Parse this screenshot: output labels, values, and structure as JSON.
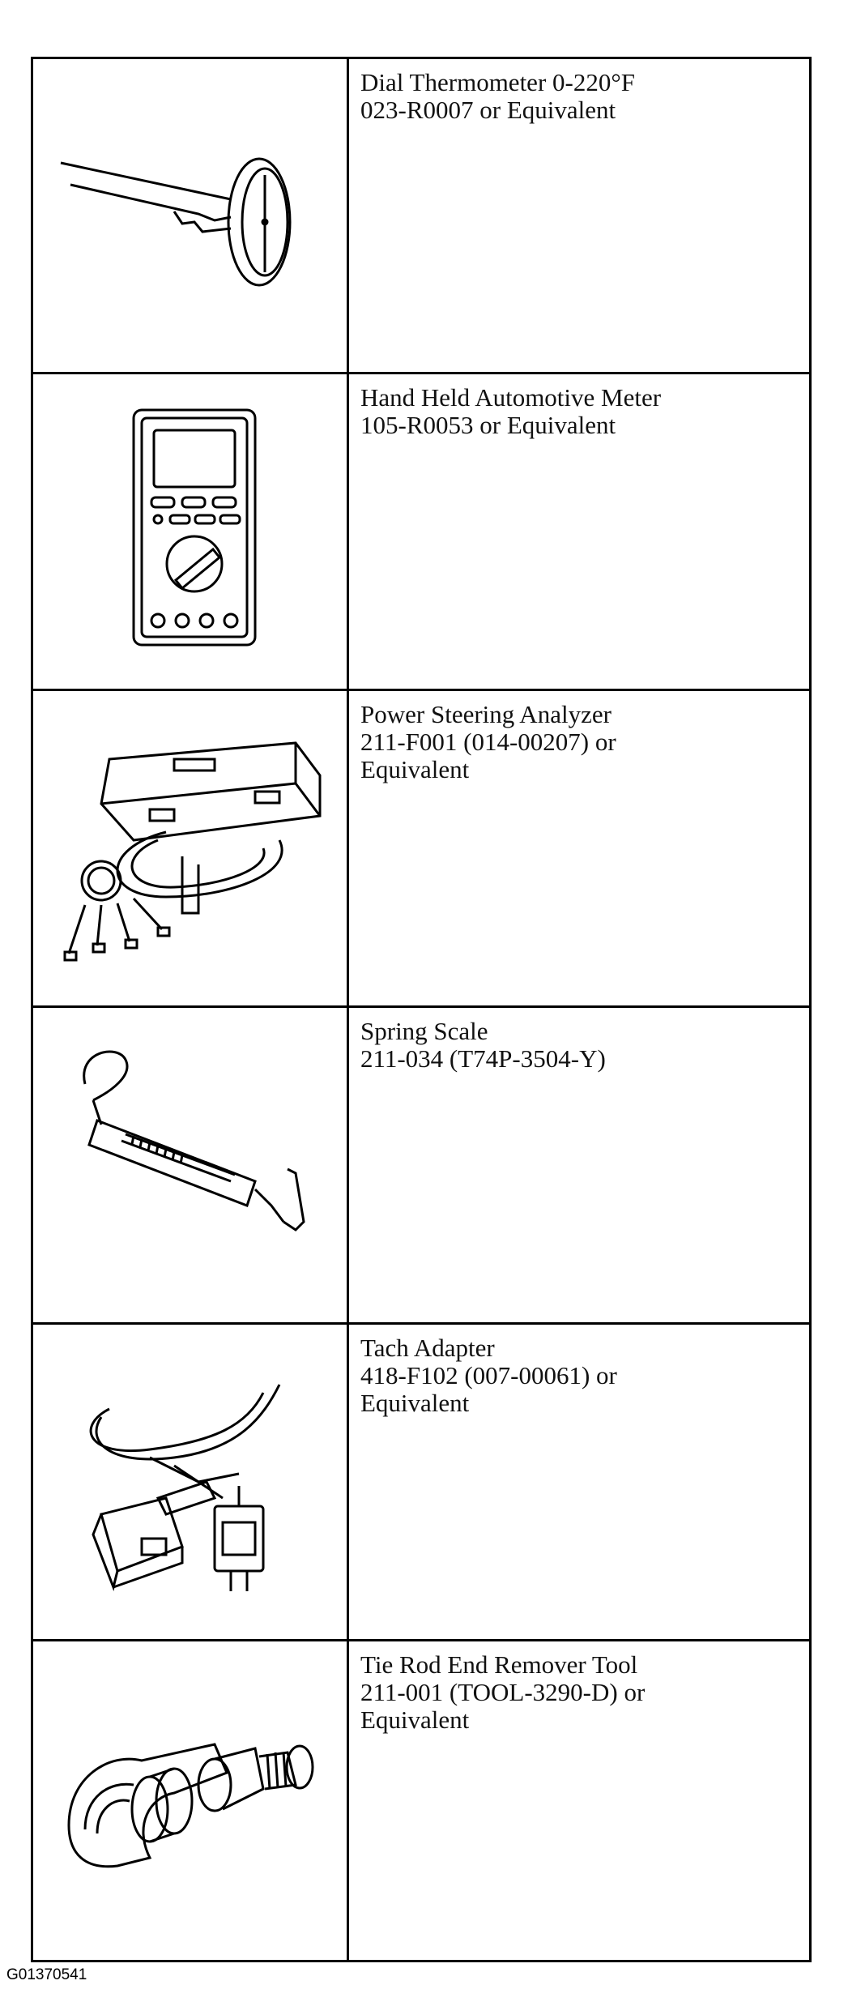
{
  "tools": [
    {
      "icon": "dial-thermometer-icon",
      "name": "Dial Thermometer 0-220°F",
      "part": "023-R0007 or Equivalent",
      "extra": ""
    },
    {
      "icon": "multimeter-icon",
      "name": "Hand Held Automotive Meter",
      "part": "105-R0053 or Equivalent",
      "extra": ""
    },
    {
      "icon": "power-steering-analyzer-icon",
      "name": "Power Steering Analyzer",
      "part": "211-F001 (014-00207) or",
      "extra": "Equivalent"
    },
    {
      "icon": "spring-scale-icon",
      "name": "Spring Scale",
      "part": "211-034 (T74P-3504-Y)",
      "extra": ""
    },
    {
      "icon": "tach-adapter-icon",
      "name": "Tach Adapter",
      "part": "418-F102 (007-00061) or",
      "extra": "Equivalent"
    },
    {
      "icon": "tie-rod-end-remover-icon",
      "name": "Tie Rod End Remover Tool",
      "part": "211-001 (TOOL-3290-D) or",
      "extra": "Equivalent"
    }
  ],
  "figure_id": "G01370541"
}
